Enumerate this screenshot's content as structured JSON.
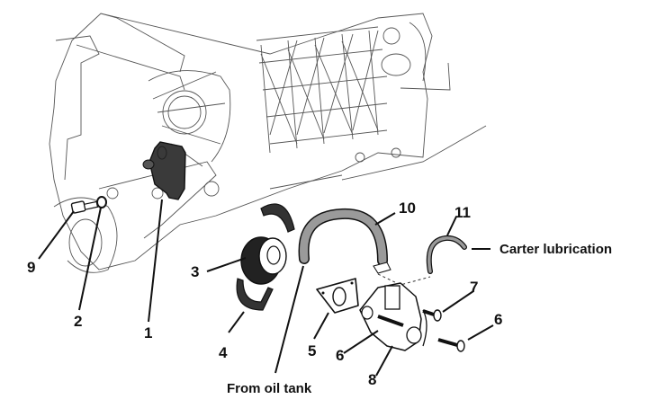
{
  "diagram": {
    "title": "Oil pump exploded view",
    "subject": "Engine crankcase with oil pump assembly",
    "callouts": [
      {
        "id": "1",
        "label": "1",
        "part": "oil pump cover"
      },
      {
        "id": "2",
        "label": "2",
        "part": "washer"
      },
      {
        "id": "3",
        "label": "3",
        "part": "pump drive gear"
      },
      {
        "id": "4",
        "label": "4",
        "part": "lower drive belt"
      },
      {
        "id": "5",
        "label": "5",
        "part": "pump gasket"
      },
      {
        "id": "6a",
        "label": "6",
        "part": "screw (pump body)"
      },
      {
        "id": "6b",
        "label": "6",
        "part": "screw (long)"
      },
      {
        "id": "7",
        "label": "7",
        "part": "short screw"
      },
      {
        "id": "8",
        "label": "8",
        "part": "oil pump"
      },
      {
        "id": "9",
        "label": "9",
        "part": "bolt"
      },
      {
        "id": "10",
        "label": "10",
        "part": "oil feed hose"
      },
      {
        "id": "11",
        "label": "11",
        "part": "lubrication hose"
      }
    ],
    "annotations": {
      "from_oil_tank": "From oil tank",
      "carter_lubrication": "Carter lubrication"
    },
    "colors": {
      "ink": "#111111",
      "hose_fill": "#9a9a9a",
      "cover_fill": "#3a3a3a",
      "linework": "#555555"
    }
  }
}
